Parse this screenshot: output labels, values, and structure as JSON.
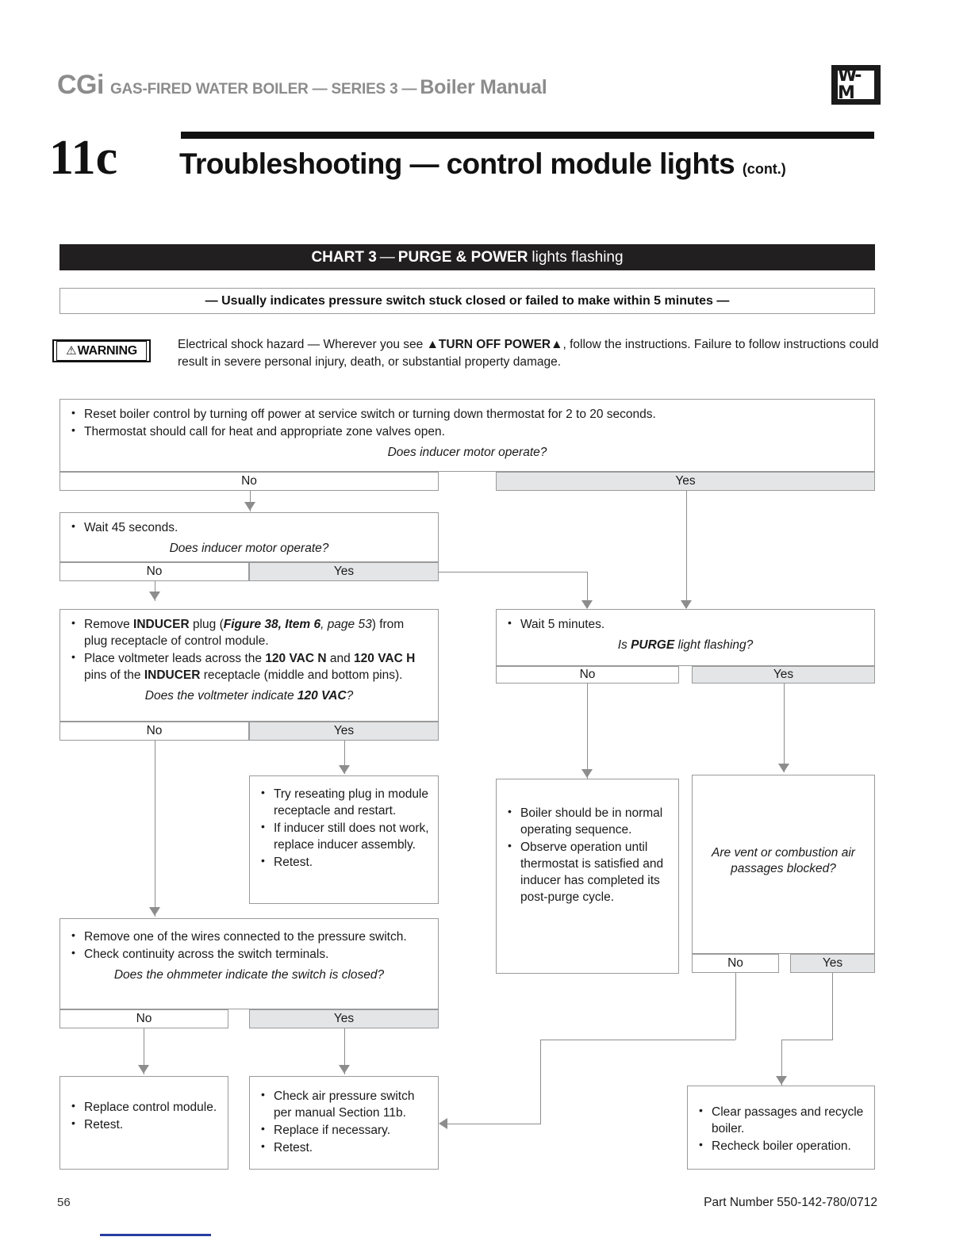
{
  "header": {
    "brand": "CGi",
    "middle": "GAS-FIRED WATER BOILER — SERIES 3 —",
    "manual": "Boiler Manual",
    "logo_text": "W-M"
  },
  "section": {
    "number": "11c",
    "title": "Troubleshooting — control module lights",
    "cont": "(cont.)"
  },
  "banner": {
    "chart": "CHART 3",
    "dash": "—",
    "lights": "PURGE & POWER",
    "suffix": "lights flashing"
  },
  "subtitle": "—  Usually indicates pressure switch stuck closed or failed to make within 5 minutes  —",
  "warning": {
    "badge_icon": "⚠",
    "badge_label": "WARNING",
    "line1_a": "Electrical shock hazard — Wherever you see ",
    "line1_b": "▲TURN OFF POWER▲",
    "line1_c": ", follow the instructions. Failure to follow instructions could result in severe personal injury, death, or substantial property damage."
  },
  "flow": {
    "answers": {
      "no": "No",
      "yes": "Yes"
    },
    "b1": {
      "bullets": [
        "Reset boiler control by turning off power at service switch or turning down thermostat for 2 to 20 seconds.",
        "Thermostat should call for heat and appropriate zone valves open."
      ],
      "question": "Does inducer motor operate?"
    },
    "b2": {
      "bullets": [
        "Wait 45 seconds."
      ],
      "question": "Does inducer motor operate?"
    },
    "b3": {
      "b1_a": "Remove ",
      "b1_b": "INDUCER",
      "b1_c": " plug (",
      "b1_d": "Figure 38, Item 6",
      "b1_e": ", page 53",
      "b1_f": ") from plug receptacle of control module.",
      "b2_a": "Place voltmeter leads across the ",
      "b2_b": "120 VAC N",
      "b2_c": " and ",
      "b2_d": "120 VAC H",
      "b2_e": " pins of the ",
      "b2_f": "INDUCER",
      "b2_g": " receptacle (middle and bottom pins).",
      "q_a": "Does the voltmeter indicate ",
      "q_b": "120 VAC",
      "q_c": "?"
    },
    "b4": {
      "bullets": [
        "Wait 5 minutes."
      ],
      "q_a": "Is ",
      "q_b": "PURGE",
      "q_c": " light flashing?"
    },
    "b5": {
      "bullets": [
        "Try reseating plug in module receptacle and restart.",
        "If inducer still does not work, replace inducer assembly.",
        "Retest."
      ]
    },
    "b6": {
      "bullets": [
        "Boiler should be in normal operating sequence.",
        "Observe operation until thermostat is satisfied and inducer has completed its post-purge cycle."
      ]
    },
    "b7": {
      "question": "Are vent or combustion air passages blocked?"
    },
    "b8": {
      "bullets": [
        "Remove one of the wires connected to the pressure switch.",
        "Check continuity across the switch terminals."
      ],
      "question": "Does the ohmmeter indicate the switch is closed?"
    },
    "b9": {
      "bullets": [
        "Replace control module.",
        "Retest."
      ]
    },
    "b10": {
      "bullets": [
        "Check air pressure switch per manual Section 11b.",
        "Replace if necessary.",
        "Retest."
      ]
    },
    "b11": {
      "bullets": [
        "Clear passages and recycle boiler.",
        "Recheck boiler operation."
      ]
    }
  },
  "footer": {
    "page": "56",
    "part_number": "Part Number 550-142-780/0712"
  }
}
